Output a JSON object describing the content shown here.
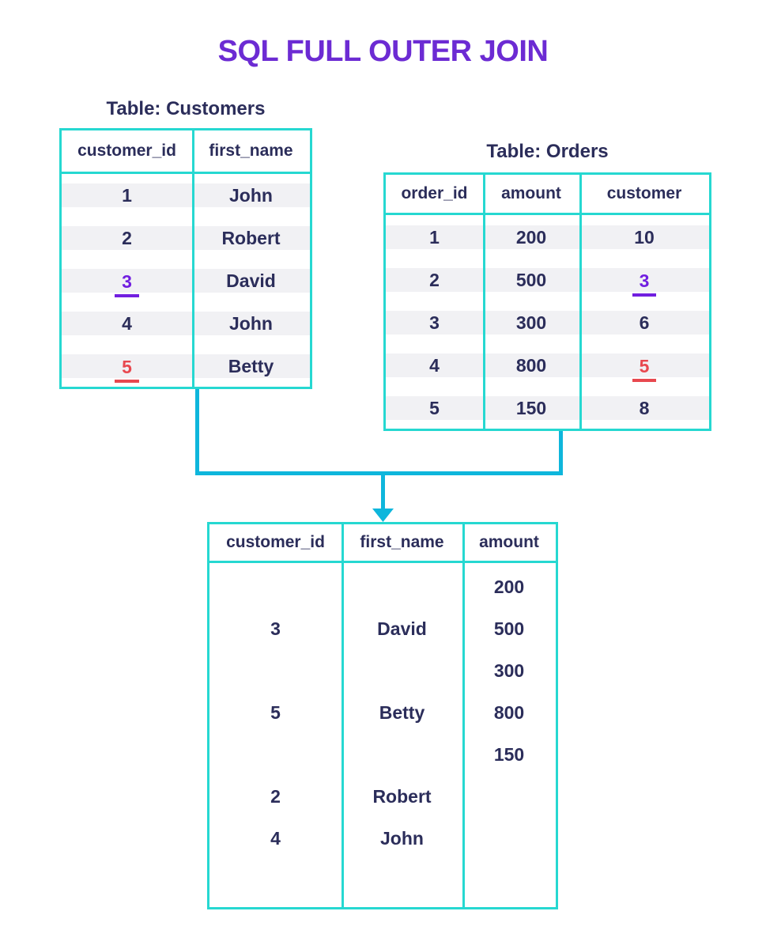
{
  "title": "SQL FULL OUTER JOIN",
  "palette": {
    "table_border": "#26d8d1",
    "connector_arrow": "#0eb6dc",
    "text_navy": "#2b2d5a",
    "title_purple": "#6c2bd3",
    "match_highlight_purple": "#711ee0",
    "match_highlight_red": "#e8484f",
    "row_stripe": "#f1f1f4",
    "background": "#ffffff"
  },
  "customers_table": {
    "label": "Table: Customers",
    "headers": [
      "customer_id",
      "first_name"
    ],
    "rows": [
      [
        "1",
        "John"
      ],
      [
        "2",
        "Robert"
      ],
      [
        "3",
        "David"
      ],
      [
        "4",
        "John"
      ],
      [
        "5",
        "Betty"
      ]
    ]
  },
  "orders_table": {
    "label": "Table: Orders",
    "headers": [
      "order_id",
      "amount",
      "customer"
    ],
    "rows": [
      [
        "1",
        "200",
        "10"
      ],
      [
        "2",
        "500",
        "3"
      ],
      [
        "3",
        "300",
        "6"
      ],
      [
        "4",
        "800",
        "5"
      ],
      [
        "5",
        "150",
        "8"
      ]
    ]
  },
  "result_table": {
    "headers": [
      "customer_id",
      "first_name",
      "amount"
    ],
    "rows": [
      [
        "",
        "",
        "200"
      ],
      [
        "3",
        "David",
        "500"
      ],
      [
        "",
        "",
        "300"
      ],
      [
        "5",
        "Betty",
        "800"
      ],
      [
        "",
        "",
        "150"
      ],
      [
        "2",
        "Robert",
        ""
      ],
      [
        "4",
        "John",
        ""
      ]
    ]
  }
}
